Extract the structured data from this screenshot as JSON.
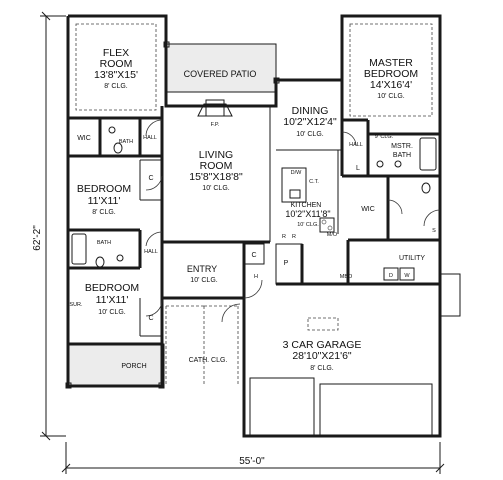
{
  "rooms": {
    "flex": {
      "name": "FLEX",
      "name2": "ROOM",
      "size": "13'8\"X15'",
      "clg": "8' CLG."
    },
    "patio": {
      "name": "COVERED PATIO"
    },
    "master": {
      "name": "MASTER",
      "name2": "BEDROOM",
      "size": "14'X16'4'",
      "clg": "10' CLG."
    },
    "dining": {
      "name": "DINING",
      "size": "10'2\"X12'4\"",
      "clg": "10' CLG."
    },
    "living": {
      "name": "LIVING",
      "name2": "ROOM",
      "size": "15'8\"X18'8\"",
      "clg": "10' CLG."
    },
    "fp": {
      "name": "F.P."
    },
    "bed2": {
      "name": "BEDROOM",
      "size": "11'X11'",
      "clg": "8' CLG."
    },
    "bed3": {
      "name": "BEDROOM",
      "size": "11'X11'",
      "clg": "10' CLG."
    },
    "kitchen": {
      "name": "KITCHEN",
      "size": "10'2\"X11'8\"",
      "clg": "10' CLG."
    },
    "entry": {
      "name": "ENTRY",
      "clg": "10' CLG."
    },
    "garage": {
      "name": "3 CAR GARAGE",
      "size": "28'10\"X21'6\"",
      "clg": "8' CLG."
    },
    "porch": {
      "name": "PORCH"
    },
    "cath": {
      "name": "CATH. CLG."
    },
    "utility": {
      "name": "UTILITY"
    },
    "mstr_bath": {
      "name": "MSTR.",
      "name2": "BATH",
      "clg": "9' CLG."
    }
  },
  "small_labels": {
    "wic1": "WIC",
    "bath1": "BATH",
    "hall1": "HALL",
    "hall2": "HALL",
    "hall3": "HALL",
    "bath2": "BATH",
    "wic2": "WIC",
    "closet_c": "C",
    "pantry": "P",
    "hvac": "H",
    "ct": "C.T.",
    "dw": "D/W",
    "ref": "R",
    "ref2": "R",
    "mw": "M/O",
    "lin": "L",
    "sur": "SUR.",
    "s": "S",
    "mbo": "MBO",
    "d": "D",
    "w": "W"
  },
  "dimensions": {
    "width": "55'-0\"",
    "depth": "62'-2\""
  }
}
